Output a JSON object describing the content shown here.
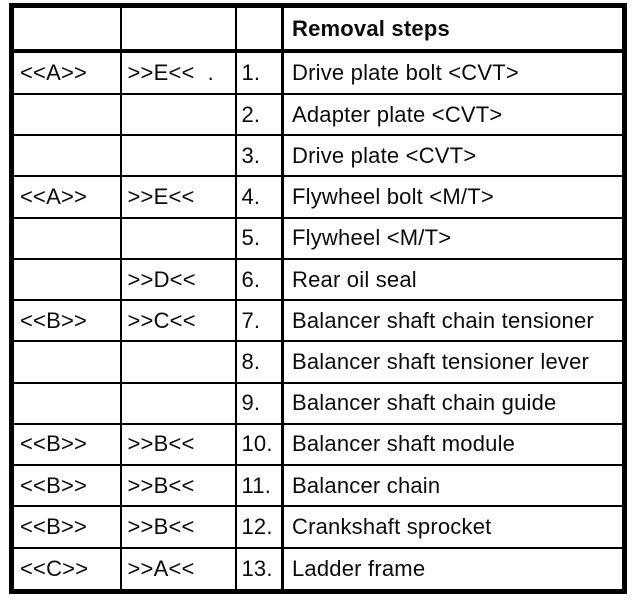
{
  "table": {
    "header": {
      "title": "Removal steps"
    },
    "rows": [
      {
        "mark1": "<<A>>",
        "mark2": ">>E<<",
        "dot": ".",
        "num": "1.",
        "step": "Drive plate bolt <CVT>"
      },
      {
        "mark1": "",
        "mark2": "",
        "num": "2.",
        "step": "Adapter plate <CVT>"
      },
      {
        "mark1": "",
        "mark2": "",
        "num": "3.",
        "step": "Drive plate <CVT>"
      },
      {
        "mark1": "<<A>>",
        "mark2": ">>E<<",
        "num": "4.",
        "step": "Flywheel bolt <M/T>"
      },
      {
        "mark1": "",
        "mark2": "",
        "num": "5.",
        "step": "Flywheel <M/T>"
      },
      {
        "mark1": "",
        "mark2": ">>D<<",
        "num": "6.",
        "step": "Rear oil seal"
      },
      {
        "mark1": "<<B>>",
        "mark2": ">>C<<",
        "num": "7.",
        "step": "Balancer shaft chain tensioner"
      },
      {
        "mark1": "",
        "mark2": "",
        "num": "8.",
        "step": "Balancer shaft tensioner lever"
      },
      {
        "mark1": "",
        "mark2": "",
        "num": "9.",
        "step": "Balancer shaft chain guide"
      },
      {
        "mark1": "<<B>>",
        "mark2": ">>B<<",
        "num": "10.",
        "step": "Balancer shaft module"
      },
      {
        "mark1": "<<B>>",
        "mark2": ">>B<<",
        "num": "11.",
        "step": "Balancer chain"
      },
      {
        "mark1": "<<B>>",
        "mark2": ">>B<<",
        "num": "12.",
        "step": "Crankshaft sprocket"
      },
      {
        "mark1": "<<C>>",
        "mark2": ">>A<<",
        "num": "13.",
        "step": "Ladder frame"
      }
    ],
    "colors": {
      "border": "#000000",
      "text": "#0b0b0b",
      "background": "#ffffff"
    }
  }
}
